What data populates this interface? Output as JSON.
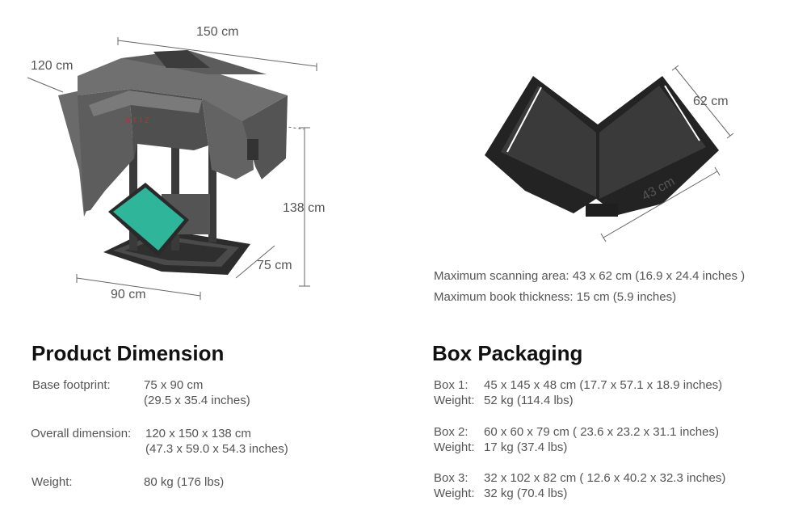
{
  "scanner_diagram": {
    "logo_text": "ATIZ",
    "width_label": "150 cm",
    "depth_label": "120 cm",
    "height_label": "138 cm",
    "base_width_label": "90 cm",
    "base_depth_label": "75 cm"
  },
  "cradle_diagram": {
    "side_label": "62 cm",
    "bottom_label": "43 cm"
  },
  "scan_specs": {
    "area": "Maximum scanning area:  43 x 62 cm (16.9 x 24.4 inches )",
    "thickness": "Maximum book thickness: 15 cm (5.9 inches)"
  },
  "product_dimension": {
    "title": "Product Dimension",
    "rows": [
      {
        "label": "Base footprint:",
        "value_line1": "75 x 90 cm",
        "value_line2": "(29.5 x 35.4 inches)"
      },
      {
        "label": "Overall dimension:",
        "value_line1": "120 x 150 x 138 cm",
        "value_line2": "(47.3 x 59.0 x 54.3 inches)"
      },
      {
        "label": "Weight:",
        "value_line1": "80 kg (176 lbs)",
        "value_line2": ""
      }
    ]
  },
  "box_packaging": {
    "title": "Box Packaging",
    "boxes": [
      {
        "label": "Box 1:",
        "size": "45 x 145 x 48 cm (17.7 x 57.1 x 18.9 inches)",
        "weight_label": "Weight:",
        "weight": "52 kg (114.4 lbs)"
      },
      {
        "label": "Box 2:",
        "size": "60 x 60 x 79 cm ( 23.6 x 23.2 x 31.1 inches)",
        "weight_label": "Weight:",
        "weight": "17 kg (37.4 lbs)"
      },
      {
        "label": "Box 3:",
        "size": "32 x 102 x 82 cm ( 12.6 x 40.2 x 32.3 inches)",
        "weight_label": "Weight:",
        "weight": "32 kg (70.4 lbs)"
      }
    ]
  },
  "colors": {
    "hood": "#5a5a5a",
    "hood_dark": "#3e3e3e",
    "screen": "#2fb59a",
    "logo": "#d0243a",
    "dim_line": "#666666"
  }
}
